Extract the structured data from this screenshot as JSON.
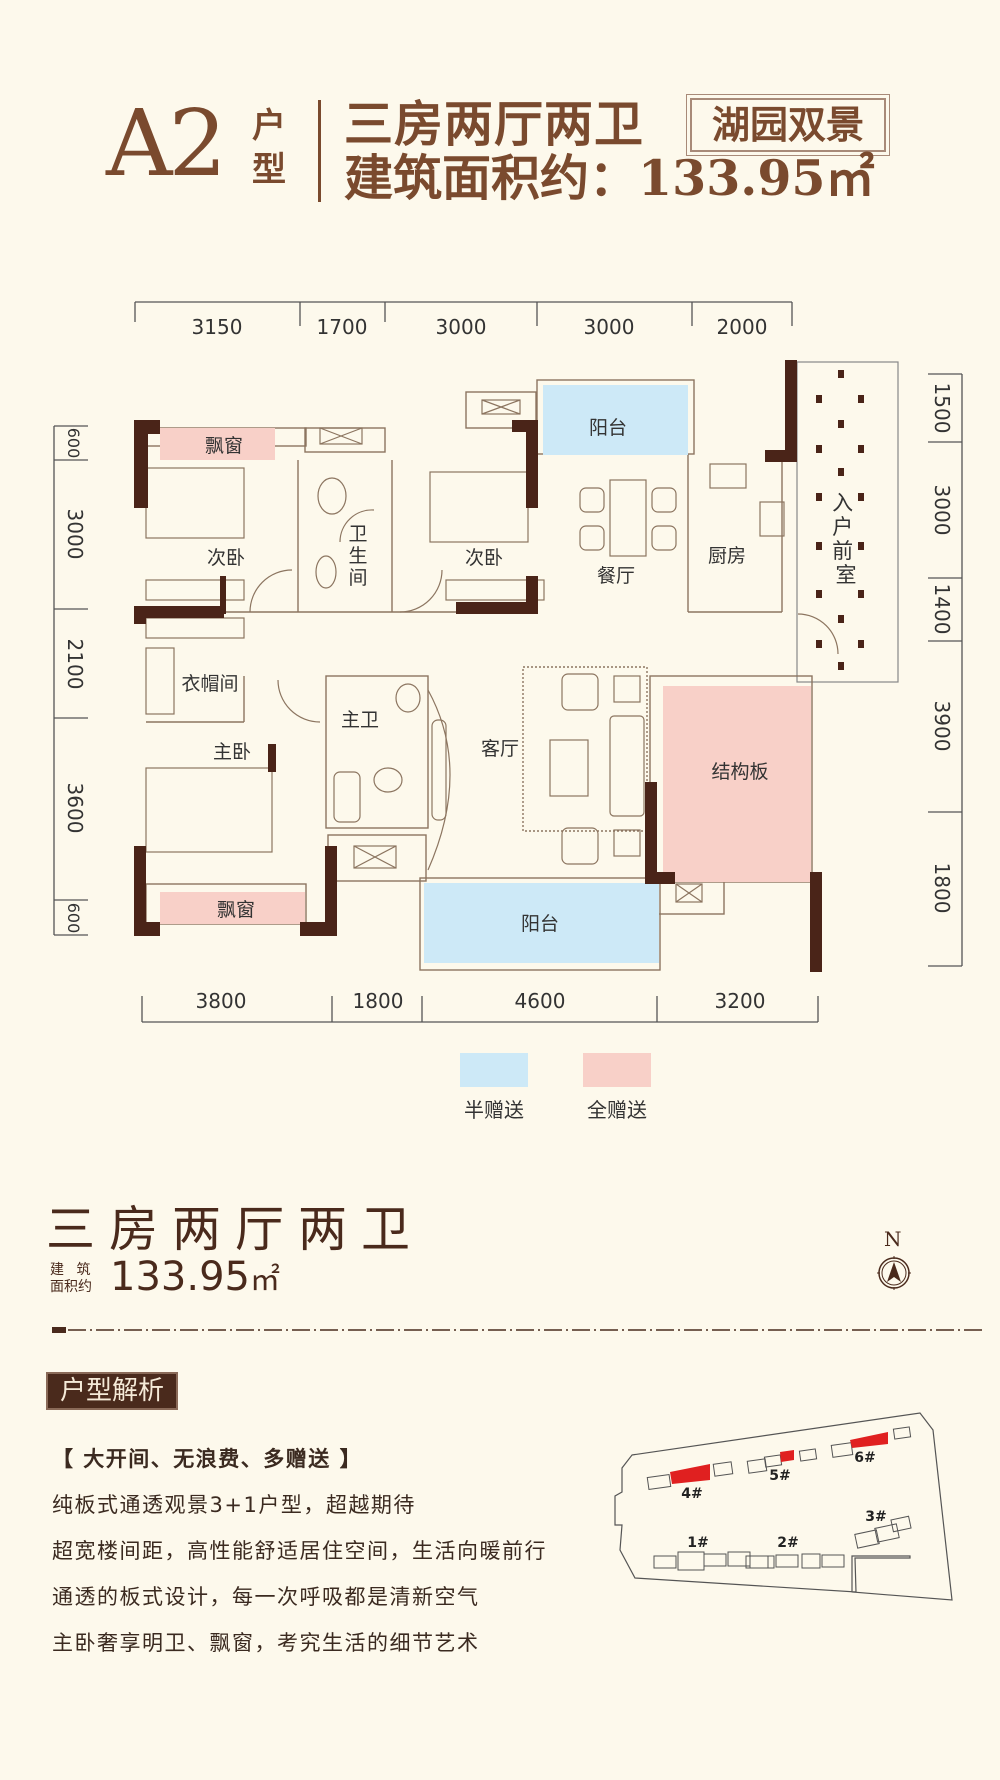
{
  "header": {
    "unit_code": "A2",
    "unit_type_label_1": "户",
    "unit_type_label_2": "型",
    "layout": "三房两厅两卫",
    "tag": "湖园双景",
    "area_line": "建筑面积约：133.95㎡"
  },
  "dimensions": {
    "top": [
      "3150",
      "1700",
      "3000",
      "3000",
      "2000"
    ],
    "bottom": [
      "3800",
      "1800",
      "4600",
      "3200"
    ],
    "left": [
      "600",
      "3000",
      "2100",
      "3600",
      "600"
    ],
    "right": [
      "1500",
      "3000",
      "1400",
      "3900",
      "1800"
    ]
  },
  "rooms": {
    "bay_window_top": "飘窗",
    "secondary_bedroom_1": "次卧",
    "bathroom": "卫生间",
    "secondary_bedroom_2": "次卧",
    "balcony_top": "阳台",
    "dining": "餐厅",
    "kitchen": "厨房",
    "entry_foyer": "入户前室",
    "walk_in_closet": "衣帽间",
    "master_bath": "主卫",
    "living": "客厅",
    "structural_slab": "结构板",
    "master_bedroom": "主卧",
    "bay_window_bottom": "飘窗",
    "balcony_bottom": "阳台"
  },
  "legend": [
    {
      "label": "半赠送",
      "color": "#cde9f7"
    },
    {
      "label": "全赠送",
      "color": "#f8d0c8"
    }
  ],
  "summary": {
    "title": "三房两厅两卫",
    "area_label_1": "建 筑",
    "area_label_2": "面积约",
    "area_value": "133.95",
    "area_unit": "㎡",
    "north_label": "N"
  },
  "analysis": {
    "badge": "户型解析",
    "headline": "【 大开间、无浪费、多赠送 】",
    "lines": [
      "纯板式通透观景3+1户型，超越期待",
      "超宽楼间距，高性能舒适居住空间，生活向暖前行",
      "通透的板式设计，每一次呼吸都是清新空气",
      "主卧奢享明卫、飘窗，考究生活的细节艺术"
    ]
  },
  "site_plan": {
    "buildings": [
      "4#",
      "5#",
      "6#",
      "1#",
      "2#",
      "3#"
    ],
    "highlight_color": "#e02020"
  },
  "colors": {
    "background": "#fdf9ec",
    "brand_brown": "#7a4a2e",
    "wall": "#4a2418",
    "half_gift": "#cde9f7",
    "full_gift": "#f8d0c8"
  }
}
